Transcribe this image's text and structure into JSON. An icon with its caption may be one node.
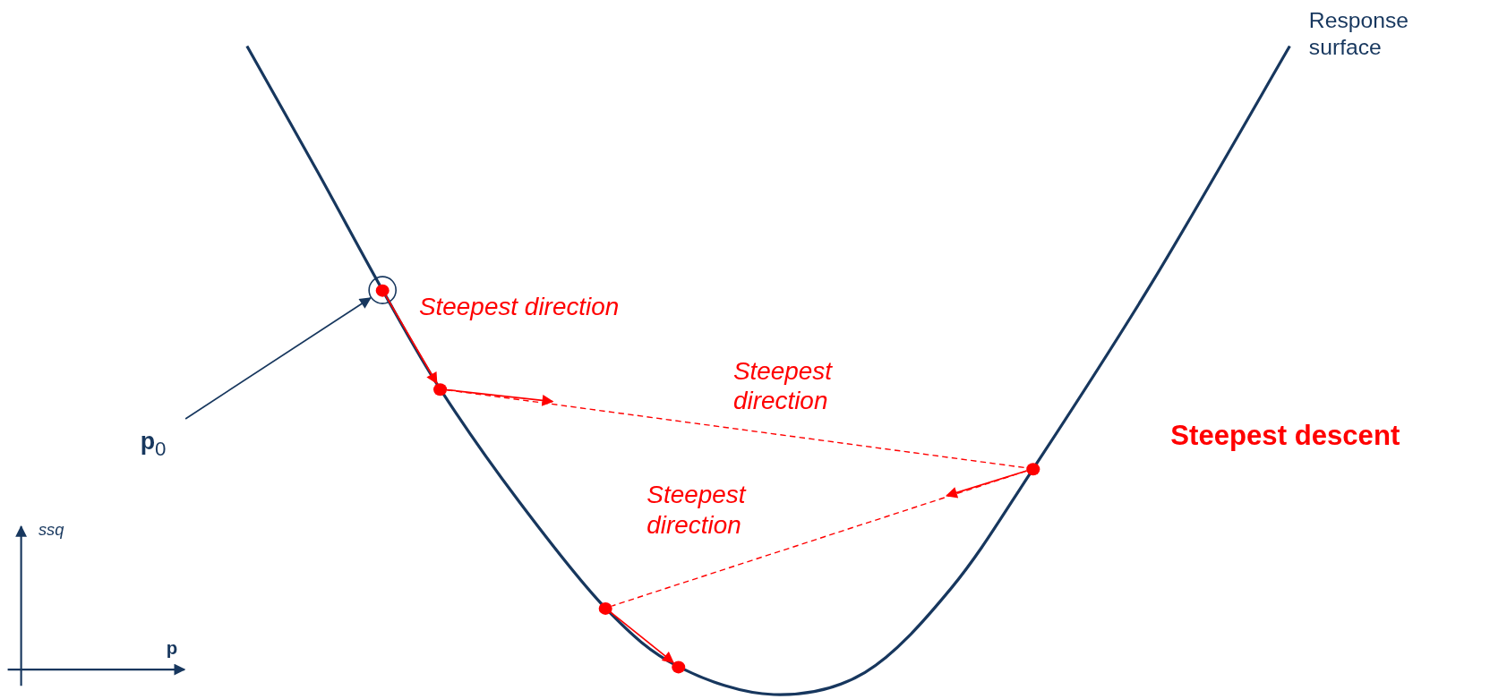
{
  "diagram": {
    "nodes": [
      {
        "text": [],
        "shape": "circle"
      },
      {
        "text": [],
        "shape": "circle"
      },
      {
        "text": [],
        "shape": "circle"
      },
      {
        "text": [],
        "shape": "circle"
      },
      {
        "text": [],
        "shape": "circle"
      },
      {
        "text": [
          "**p**$_{0}$"
        ]
      }
    ],
    "edges": [
      {
        "from": 0,
        "to": 1,
        "arrow": "to",
        "label": "Steepest direction"
      },
      {
        "from": 1,
        "to": null,
        "arrow": "to"
      },
      {
        "from": 1,
        "to": 4,
        "arrow": "none",
        "style": "dashed",
        "label": "Steepest direction"
      },
      {
        "from": 4,
        "to": null,
        "arrow": "to"
      },
      {
        "from": 4,
        "to": 2,
        "arrow": "none",
        "style": "dashed",
        "label": "Steepest direction"
      },
      {
        "from": 2,
        "to": 3,
        "arrow": "to"
      },
      {
        "from": 5,
        "to": 0,
        "arrow": "to",
        "color": "#17375e"
      }
    ],
    "labels": [
      "Response surface",
      "Steepest descent",
      "ssq",
      "p"
    ]
  }
}
